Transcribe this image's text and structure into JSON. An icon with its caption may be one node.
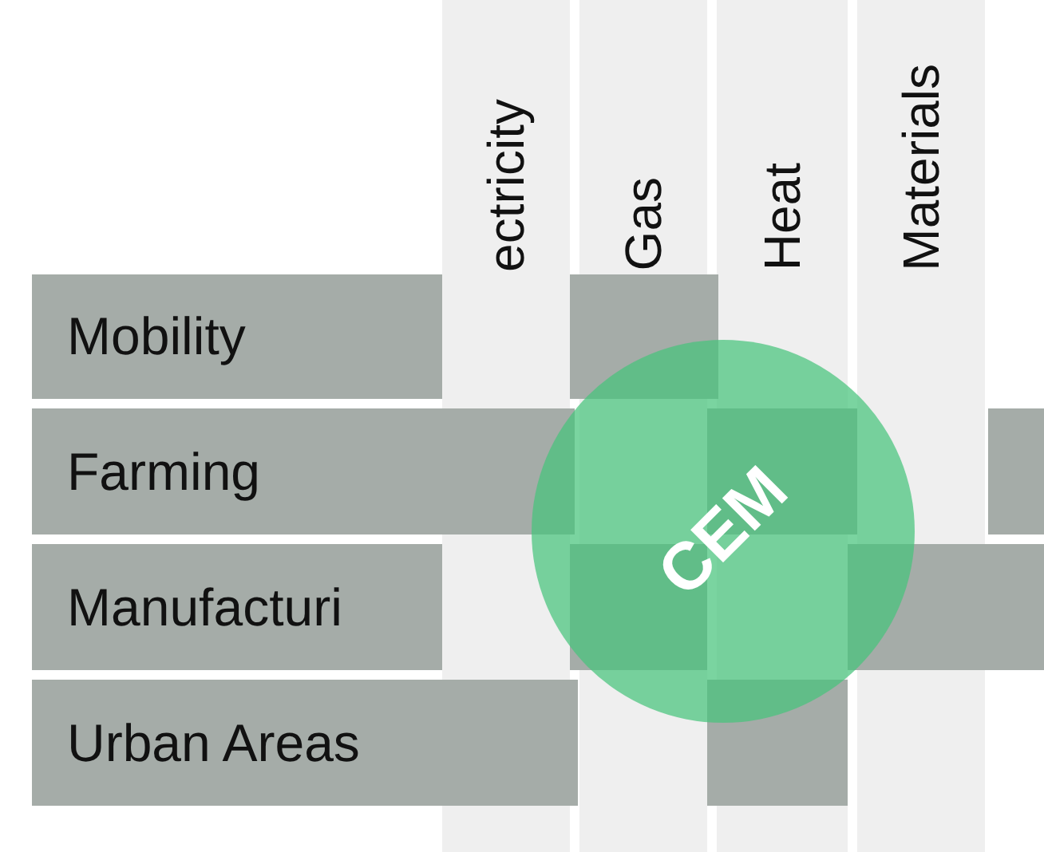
{
  "diagram": {
    "nodes": [
      {
        "text": [
          "ectricity"
        ]
      },
      {
        "text": [
          "Gas"
        ]
      },
      {
        "text": [
          "Heat"
        ]
      },
      {
        "text": [
          "Materials"
        ]
      },
      {
        "text": [
          "Mobility"
        ]
      },
      {
        "text": [
          "Farming"
        ]
      },
      {
        "text": [
          "Manufacturi"
        ]
      },
      {
        "text": [
          "Urban Areas"
        ]
      },
      {
        "text": [
          "CEM"
        ]
      }
    ]
  }
}
